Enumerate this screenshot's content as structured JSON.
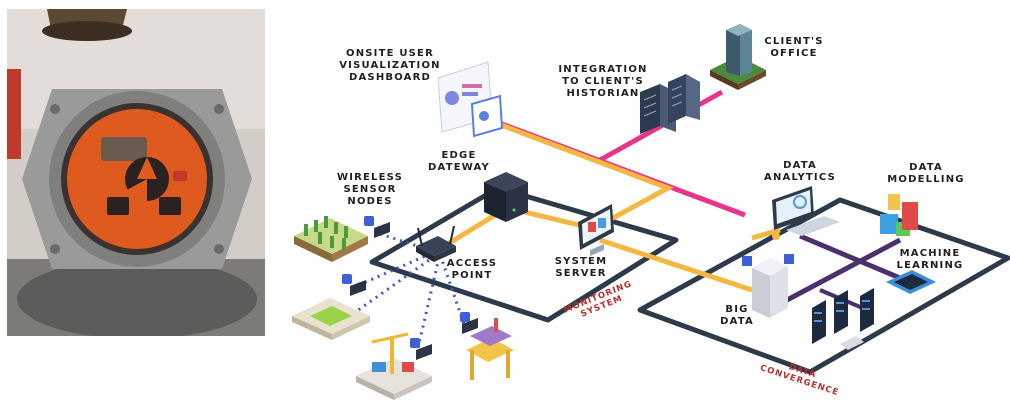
{
  "photo": {
    "icon": "sensor-photo",
    "colors": {
      "housing": "#8f8f8f",
      "device": "#e35a1a",
      "background": "#cfc9c3"
    }
  },
  "labels": {
    "dashboard": "ONSITE USER\nVISUALIZATION\nDASHBOARD",
    "historian": "INTEGRATION\nTO CLIENT'S\nHISTORIAN",
    "office": "CLIENT'S\nOFFICE",
    "edge_gateway": "EDGE\nDATEWAY",
    "wireless_sensors": "WIRELESS\nSENSOR\nNODES",
    "access_point": "ACCESS\nPOINT",
    "system_server": "SYSTEM\nSERVER",
    "data_analytics": "DATA\nANALYTICS",
    "data_modelling": "DATA\nMODELLING",
    "machine_learning": "MACHINE\nLEARNING",
    "big_data": "BIG\nDATA"
  },
  "zones": {
    "monitoring": "MONITORING\nSYSTEM",
    "convergence": "DATA\nCONVERGENCE"
  },
  "colors": {
    "pink_link": "#e8348a",
    "orange_link": "#f5b642",
    "purple_link": "#4b2f6e",
    "dotted_link": "#3b55d0",
    "zone_outline": "#2c3a4a",
    "zone_text": "#b8302a"
  }
}
